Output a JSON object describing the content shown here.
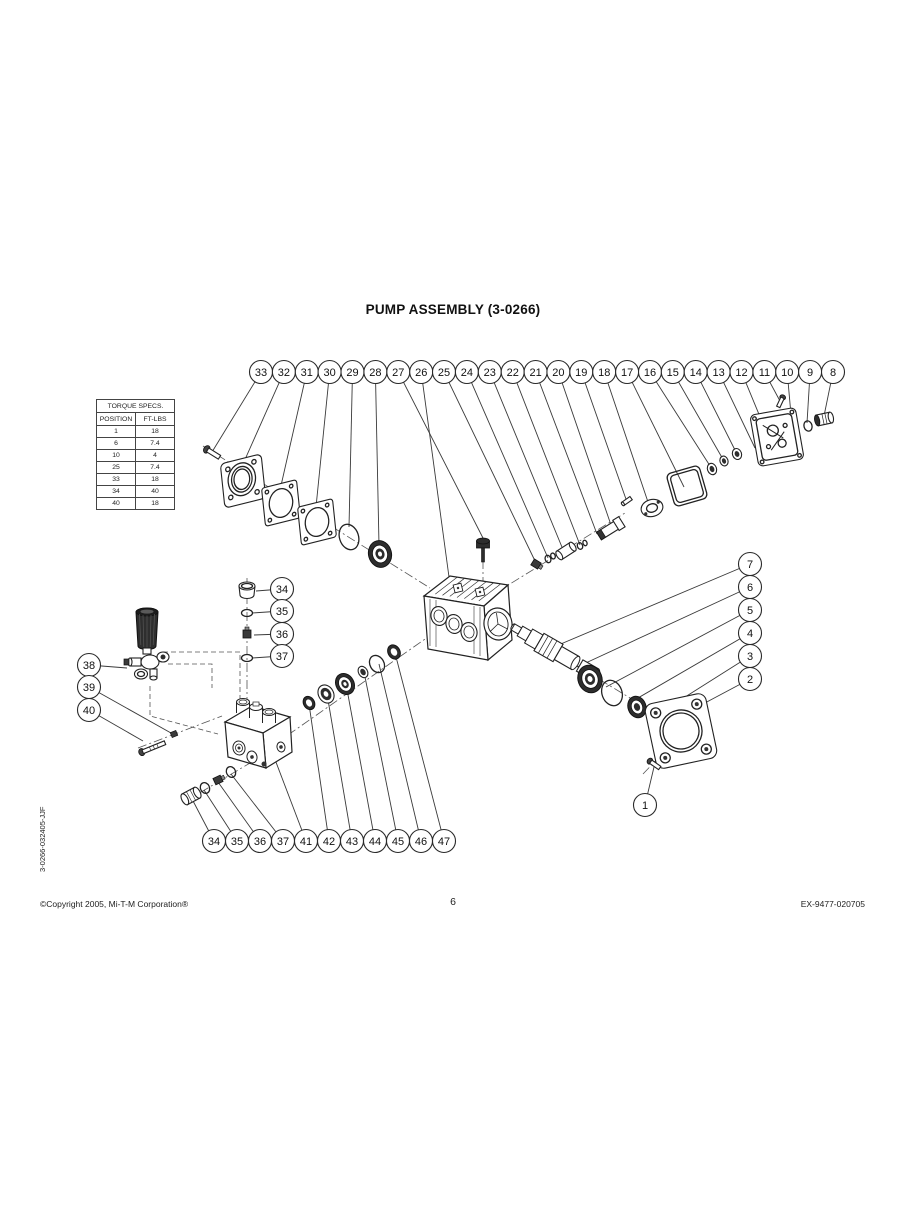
{
  "page": {
    "title": "PUMP ASSEMBLY (3-0266)",
    "page_number": "6",
    "footer_left": "©Copyright 2005, Mi-T-M Corporation®",
    "footer_right": "EX-9477-020705",
    "side_code": "3-0266-032405-JJF"
  },
  "torque_table": {
    "title": "TORQUE SPECS.",
    "columns": [
      "POSITION",
      "FT-LBS"
    ],
    "rows": [
      [
        "1",
        "18"
      ],
      [
        "6",
        "7.4"
      ],
      [
        "10",
        "4"
      ],
      [
        "25",
        "7.4"
      ],
      [
        "33",
        "18"
      ],
      [
        "34",
        "40"
      ],
      [
        "40",
        "18"
      ]
    ]
  },
  "balloons": {
    "top_row": [
      "33",
      "32",
      "31",
      "30",
      "29",
      "28",
      "27",
      "26",
      "25",
      "24",
      "23",
      "22",
      "21",
      "20",
      "19",
      "18",
      "17",
      "16",
      "15",
      "14",
      "13",
      "12",
      "11",
      "10",
      "9",
      "8"
    ],
    "right_column": [
      "7",
      "6",
      "5",
      "4",
      "3",
      "2"
    ],
    "single_1": "1",
    "left_upper": [
      "34",
      "35",
      "36",
      "37"
    ],
    "left_lower": [
      "38",
      "39",
      "40"
    ],
    "bottom_row": [
      "34",
      "35",
      "36",
      "37",
      "41",
      "42",
      "43",
      "44",
      "45",
      "46",
      "47"
    ]
  }
}
